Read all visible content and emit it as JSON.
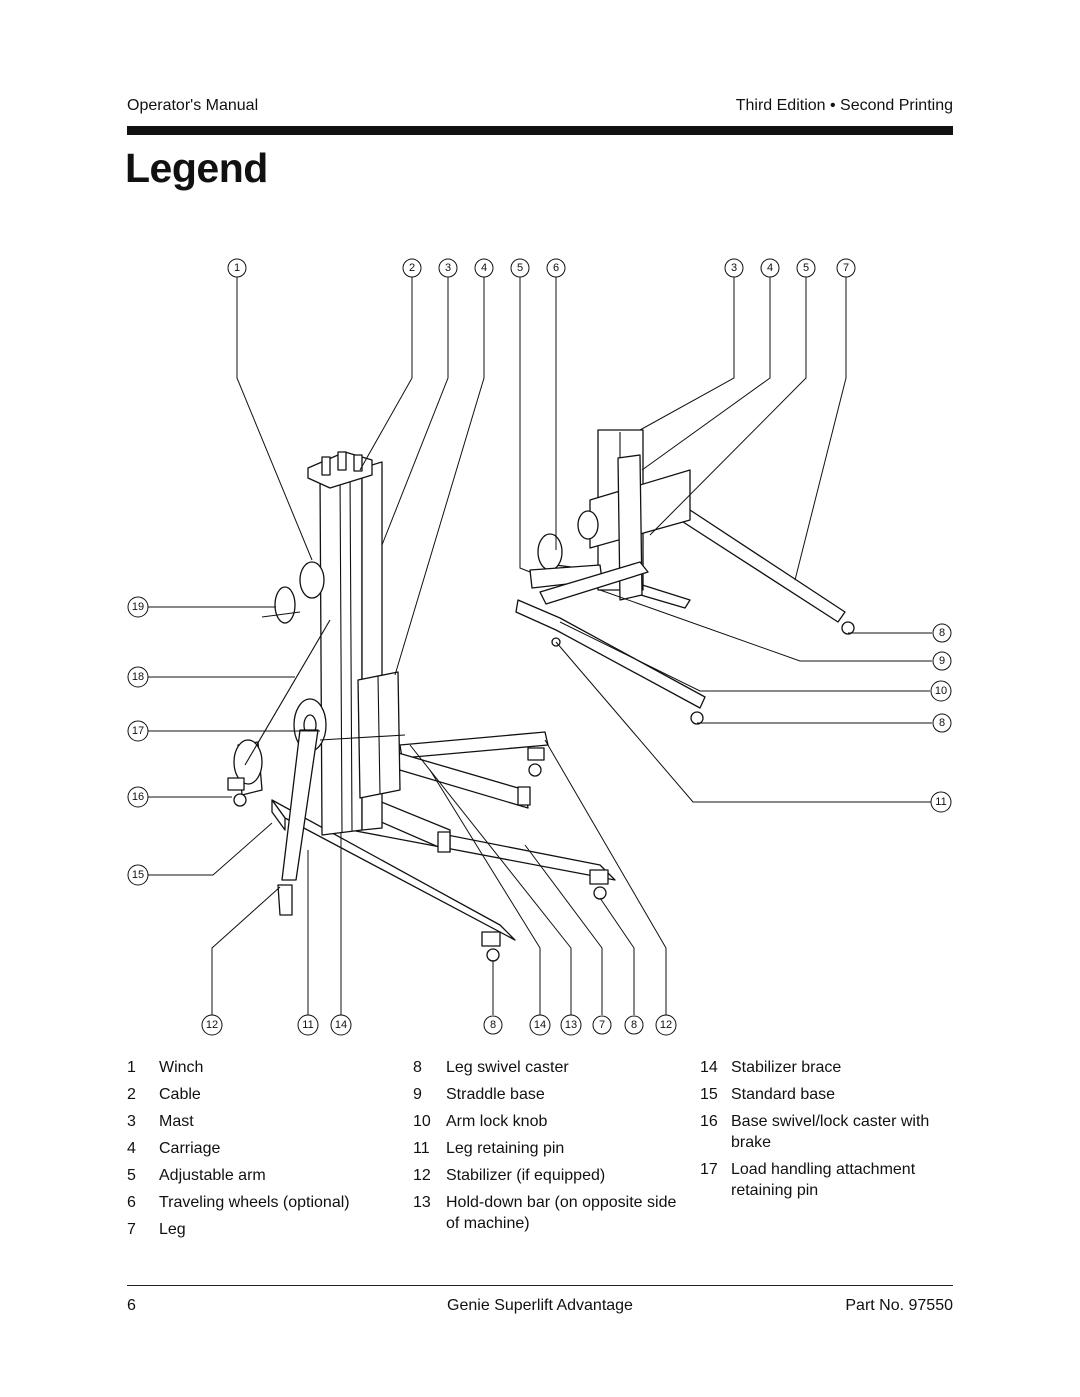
{
  "header": {
    "left": "Operator's Manual",
    "right": "Third Edition • Second Printing"
  },
  "title": "Legend",
  "callouts": {
    "c1": "1",
    "c2": "2",
    "c3a": "3",
    "c4a": "4",
    "c5a": "5",
    "c6": "6",
    "c3b": "3",
    "c4b": "4",
    "c5b": "5",
    "c7a": "7",
    "c8a": "8",
    "c9": "9",
    "c10": "10",
    "c8b": "8",
    "c11a": "11",
    "c19": "19",
    "c18": "18",
    "c17": "17",
    "c16": "16",
    "c15": "15",
    "c12a": "12",
    "c11b": "11",
    "c14a": "14",
    "c8c": "8",
    "c14b": "14",
    "c13": "13",
    "c7b": "7",
    "c8d": "8",
    "c12b": "12"
  },
  "legend": {
    "col1": [
      {
        "num": "1",
        "text": "Winch"
      },
      {
        "num": "2",
        "text": "Cable"
      },
      {
        "num": "3",
        "text": "Mast"
      },
      {
        "num": "4",
        "text": "Carriage"
      },
      {
        "num": "5",
        "text": "Adjustable arm"
      },
      {
        "num": "6",
        "text": "Traveling wheels (optional)"
      },
      {
        "num": "7",
        "text": "Leg"
      }
    ],
    "col2": [
      {
        "num": "8",
        "text": "Leg swivel caster"
      },
      {
        "num": "9",
        "text": "Straddle base"
      },
      {
        "num": "10",
        "text": "Arm lock knob"
      },
      {
        "num": "11",
        "text": "Leg retaining pin"
      },
      {
        "num": "12",
        "text": "Stabilizer (if equipped)"
      },
      {
        "num": "13",
        "text": "Hold-down bar (on opposite side of machine)"
      }
    ],
    "col3": [
      {
        "num": "14",
        "text": "Stabilizer brace"
      },
      {
        "num": "15",
        "text": "Standard base"
      },
      {
        "num": "16",
        "text": "Base swivel/lock caster with brake"
      },
      {
        "num": "17",
        "text": "Load handling attachment retaining pin"
      }
    ]
  },
  "footer": {
    "page": "6",
    "center": "Genie Superlift Advantage",
    "right": "Part No. 97550"
  }
}
